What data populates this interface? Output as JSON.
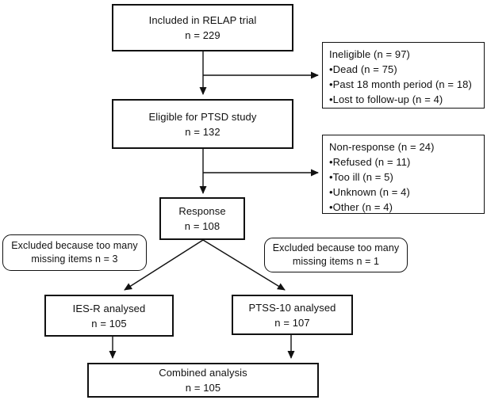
{
  "flowchart": {
    "nodes": {
      "included": {
        "label": "Included in RELAP trial",
        "n": "n = 229"
      },
      "ineligible": {
        "title": "Ineligible (n = 97)",
        "items": [
          "•Dead (n = 75)",
          "•Past 18 month period (n = 18)",
          "•Lost to follow-up (n = 4)"
        ]
      },
      "eligible": {
        "label": "Eligible for PTSD study",
        "n": "n = 132"
      },
      "non_response": {
        "title": "Non-response (n = 24)",
        "items": [
          "•Refused (n = 11)",
          "•Too ill (n = 5)",
          "•Unknown (n = 4)",
          "•Other (n = 4)"
        ]
      },
      "response": {
        "label": "Response",
        "n": "n = 108"
      },
      "excluded_left": {
        "line1": "Excluded because too many",
        "line2": "missing items n = 3"
      },
      "excluded_right": {
        "line1": "Excluded because too many",
        "line2": "missing items n = 1"
      },
      "ies_r": {
        "label": "IES-R analysed",
        "n": "n = 105"
      },
      "ptss_10": {
        "label": "PTSS-10 analysed",
        "n": "n = 107"
      },
      "combined": {
        "label": "Combined analysis",
        "n": "n = 105"
      }
    },
    "colors": {
      "line": "#111111",
      "border": "#111111",
      "background": "#ffffff",
      "text": "#111111"
    }
  }
}
